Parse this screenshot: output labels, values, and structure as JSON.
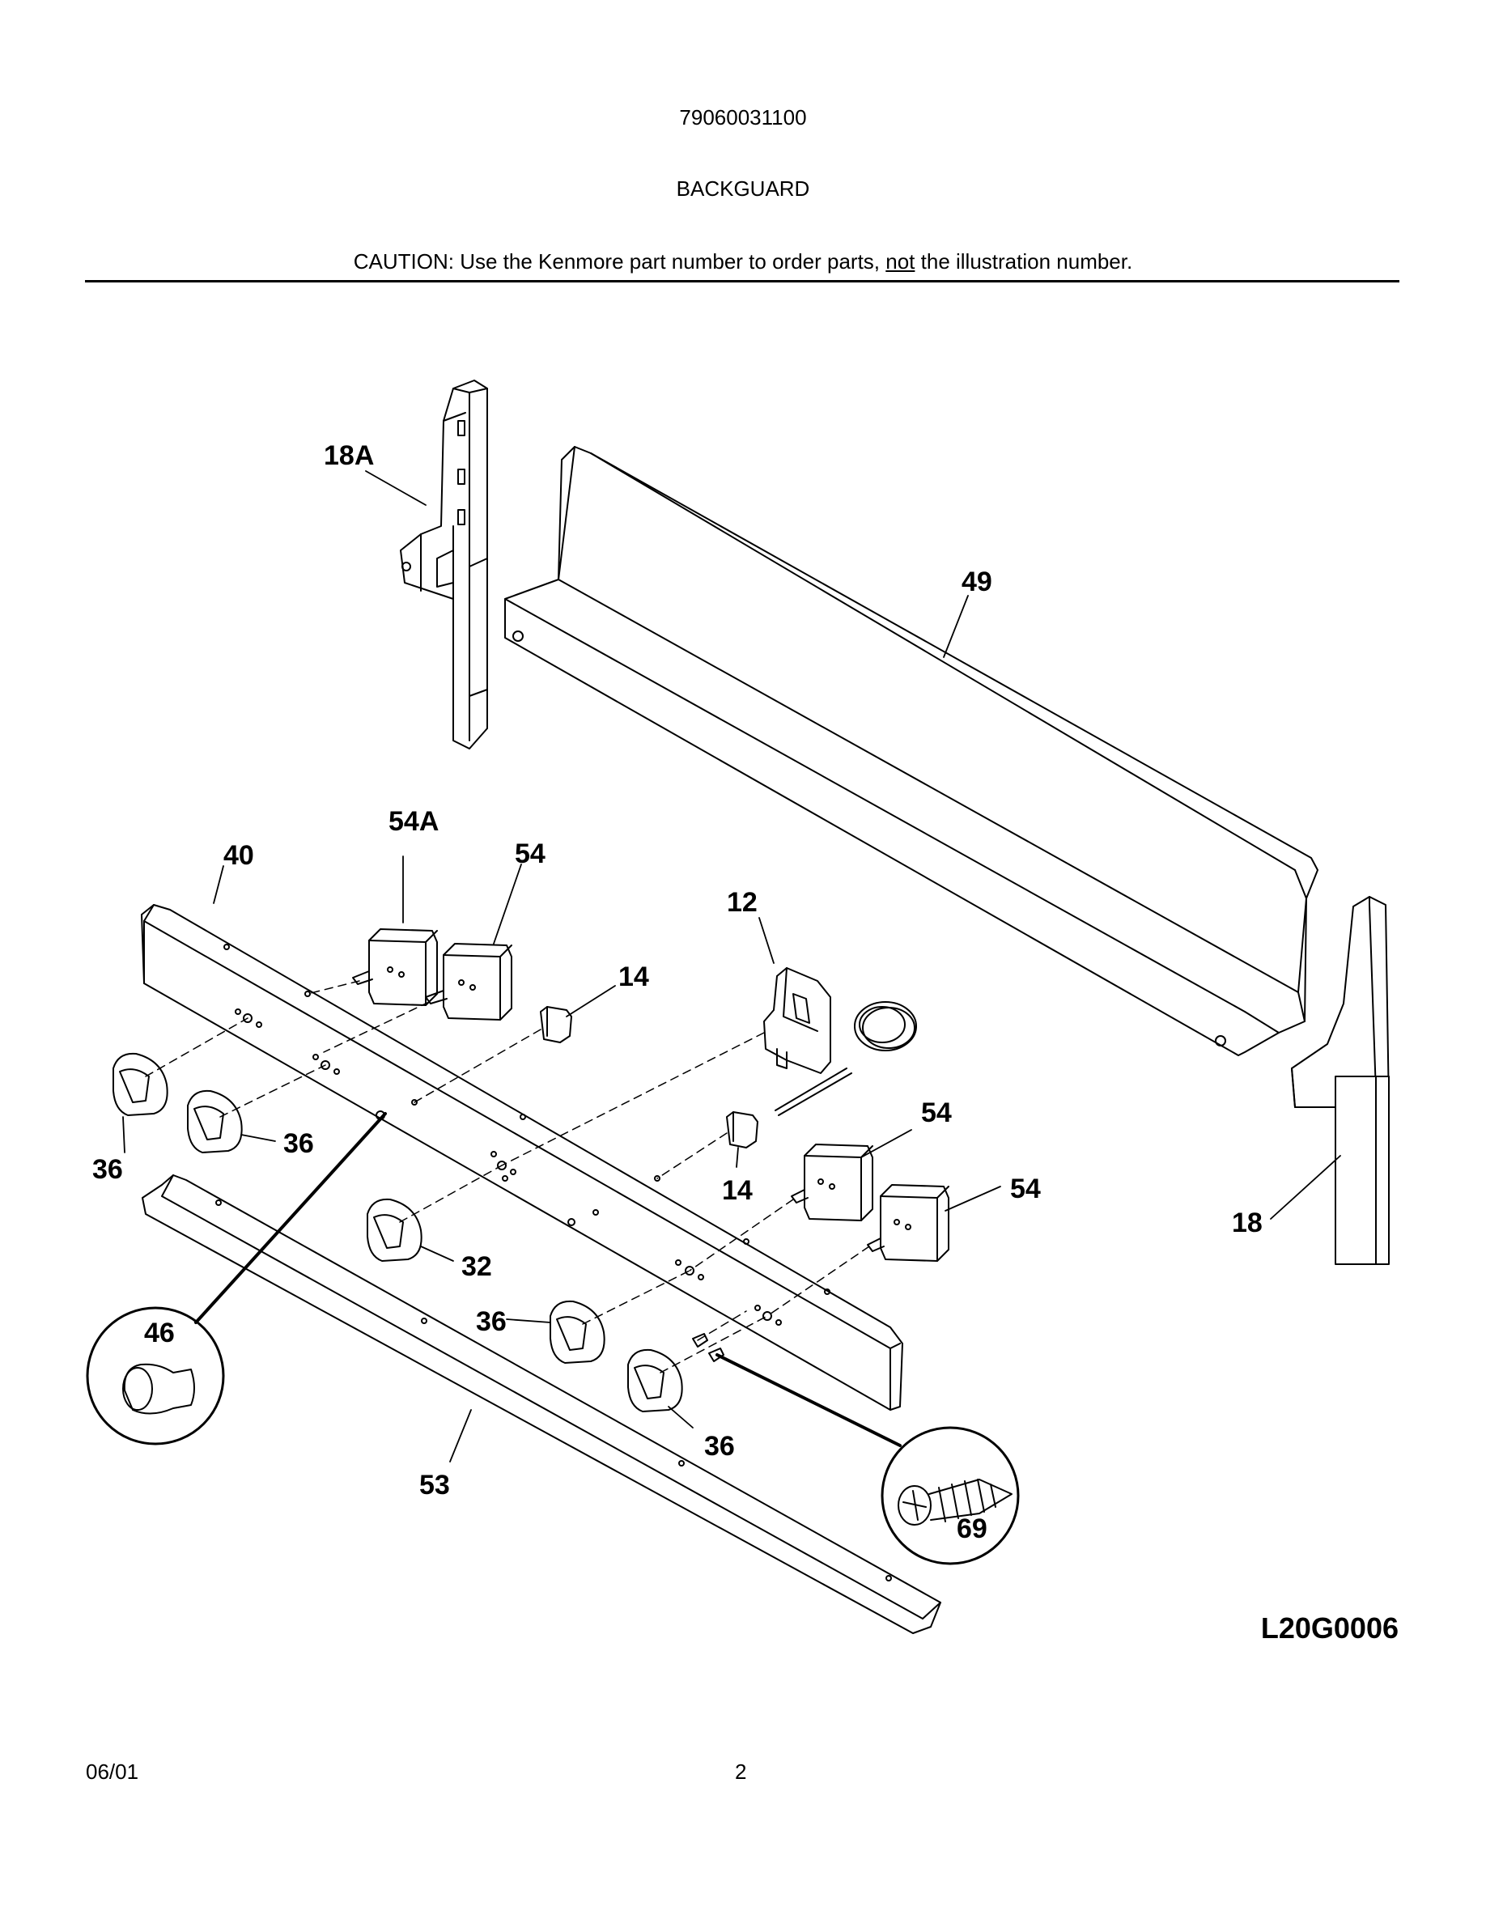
{
  "header": {
    "model_number": "79060031100",
    "section_title": "BACKGUARD",
    "caution_prefix": "CAUTION: Use the Kenmore part number to order parts, ",
    "caution_emphasis": "not",
    "caution_suffix": " the illustration number."
  },
  "diagram": {
    "drawing_id": "L20G0006",
    "callouts": [
      "18A",
      "49",
      "54A",
      "40",
      "54",
      "12",
      "14",
      "36",
      "36",
      "54",
      "14",
      "54",
      "18",
      "32",
      "46",
      "36",
      "36",
      "53",
      "69"
    ]
  },
  "footer": {
    "date": "06/01",
    "page_number": "2"
  }
}
